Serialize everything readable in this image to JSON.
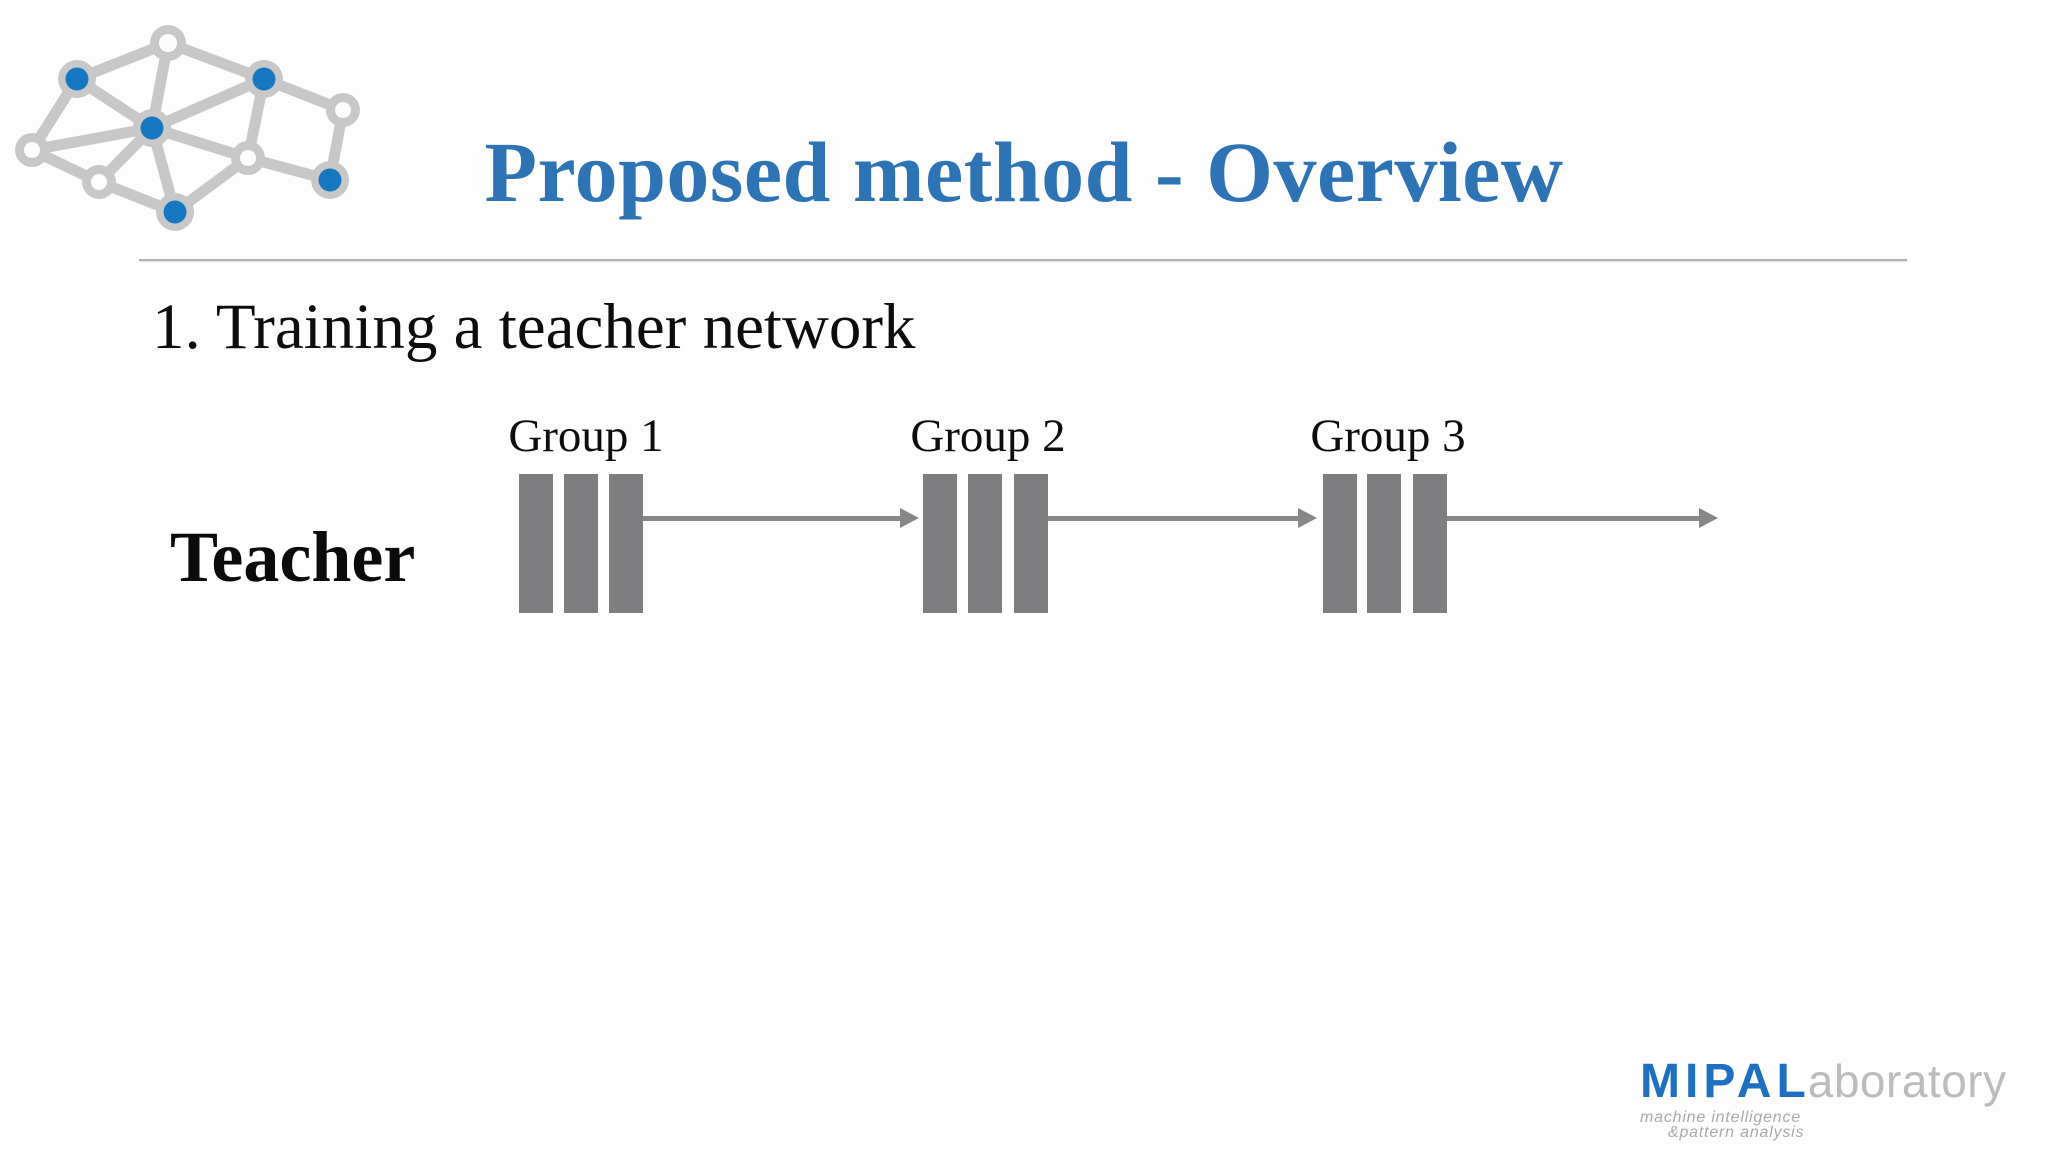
{
  "slide": {
    "title": "Proposed method - Overview",
    "title_color": "#2E74B5",
    "step_text": "1. Training a teacher network",
    "teacher_label": "Teacher",
    "groups": [
      {
        "label": "Group 1",
        "bars": 3
      },
      {
        "label": "Group 2",
        "bars": 3
      },
      {
        "label": "Group 3",
        "bars": 3
      }
    ],
    "bar_color": "#7E7E80",
    "arrow_color": "#87878A",
    "divider_color": "#B3B1B6"
  },
  "logo": {
    "name": "brain-network-logo",
    "node_blue": "#1778C2",
    "edge_gray": "#C8C8C8"
  },
  "footer_logo": {
    "brand_bold": "MIPAL",
    "brand_rest": "aboratory",
    "tagline_line1": "machine intelligence",
    "tagline_line2": "&pattern analysis",
    "brand_color": "#1F6FC0",
    "rest_color": "#BCBCBE"
  }
}
